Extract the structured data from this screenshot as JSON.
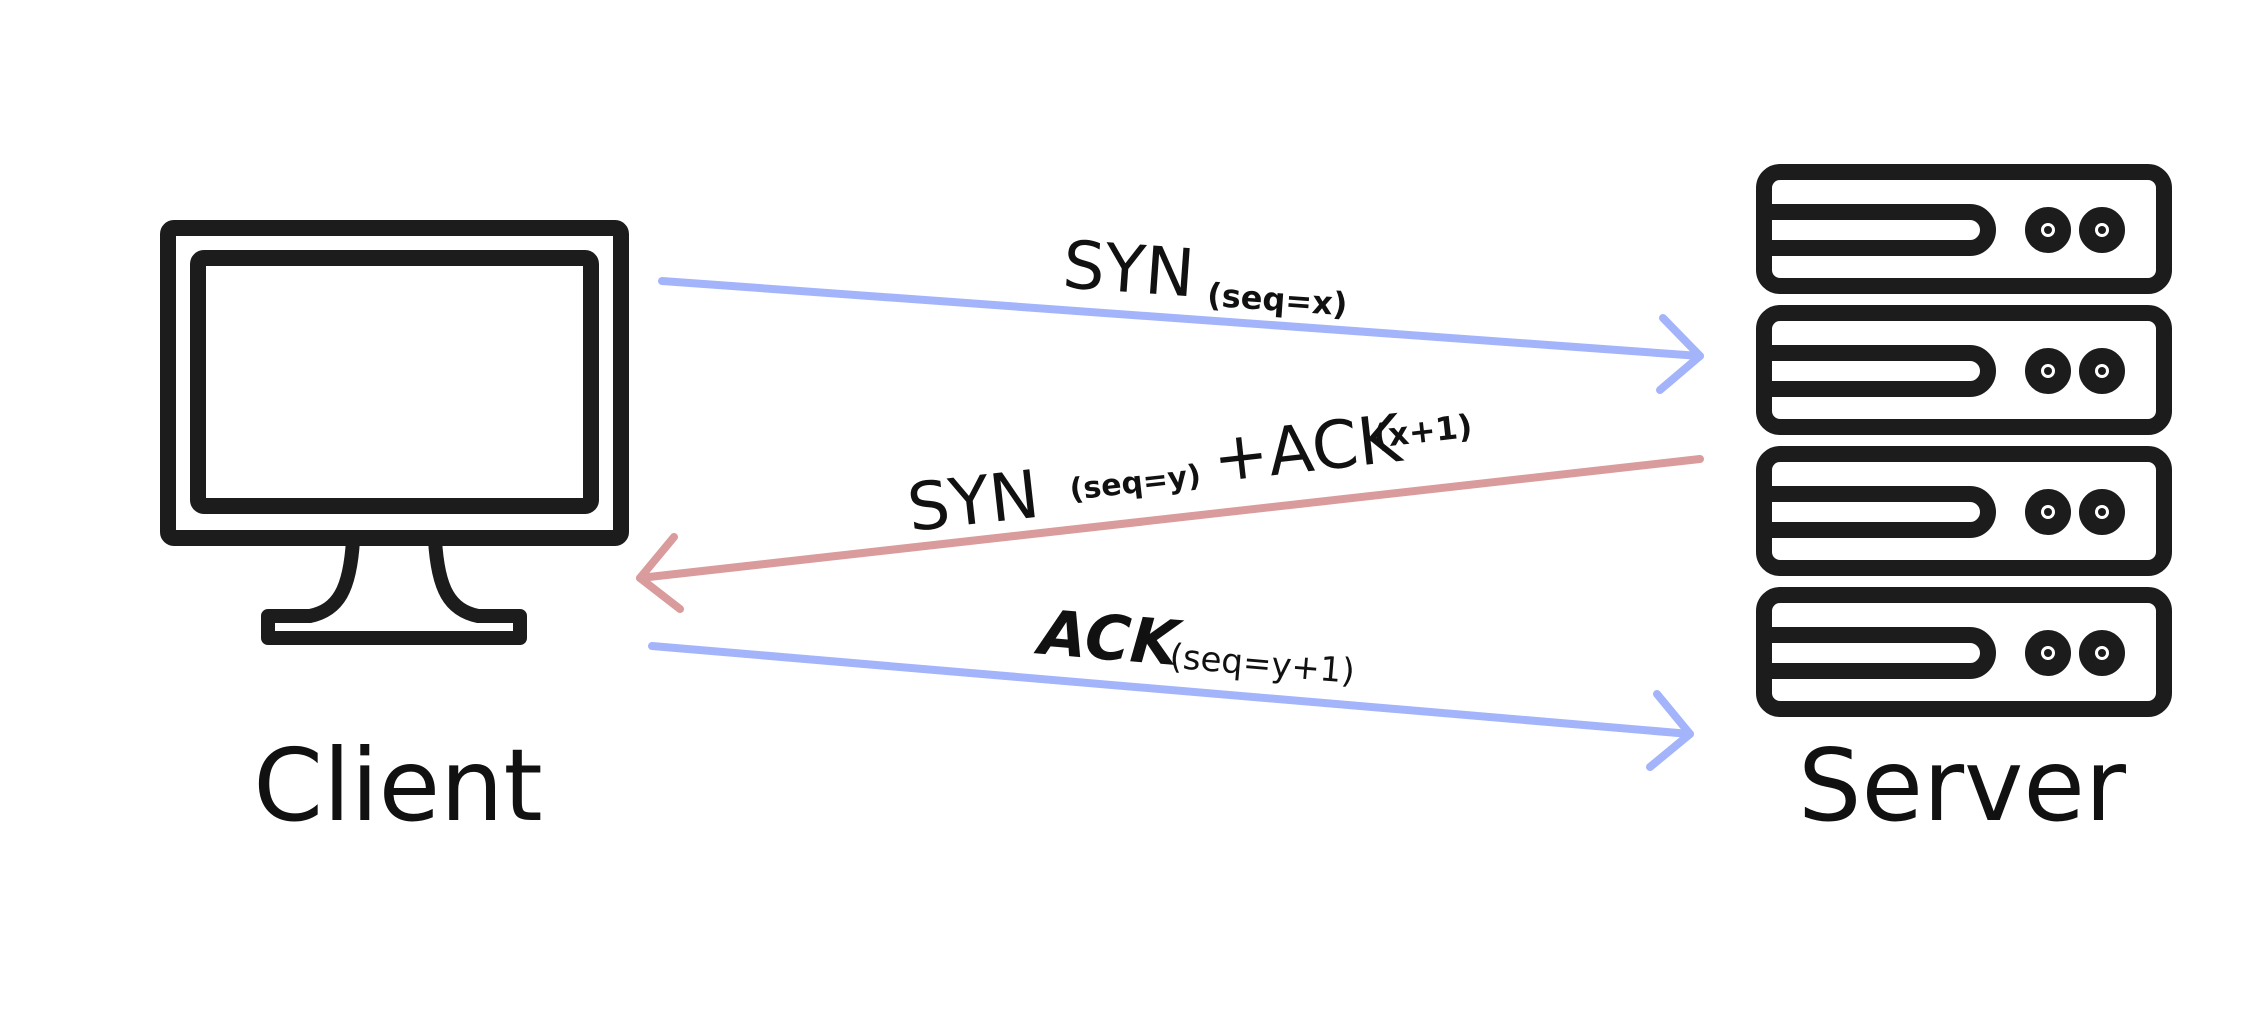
{
  "entities": {
    "client": {
      "label": "Client",
      "icon": "monitor-icon"
    },
    "server": {
      "label": "Server",
      "icon": "server-rack-icon"
    }
  },
  "messages": [
    {
      "id": "syn",
      "direction": "client-to-server",
      "name": "SYN",
      "subscript": "(seq=x)",
      "color": "#a3b4fb"
    },
    {
      "id": "syn-ack",
      "direction": "server-to-client",
      "name": "SYN",
      "subscript": "(seq=y)",
      "ack_name": "+ACK",
      "ack_subscript": "(x+1)",
      "color": "#d99b9b"
    },
    {
      "id": "ack",
      "direction": "client-to-server",
      "name": "ACK",
      "subscript": "(seq=y+1)",
      "color": "#a3b4fb"
    }
  ],
  "colors": {
    "icon_stroke": "#1c1c1c",
    "label": "#111111"
  }
}
